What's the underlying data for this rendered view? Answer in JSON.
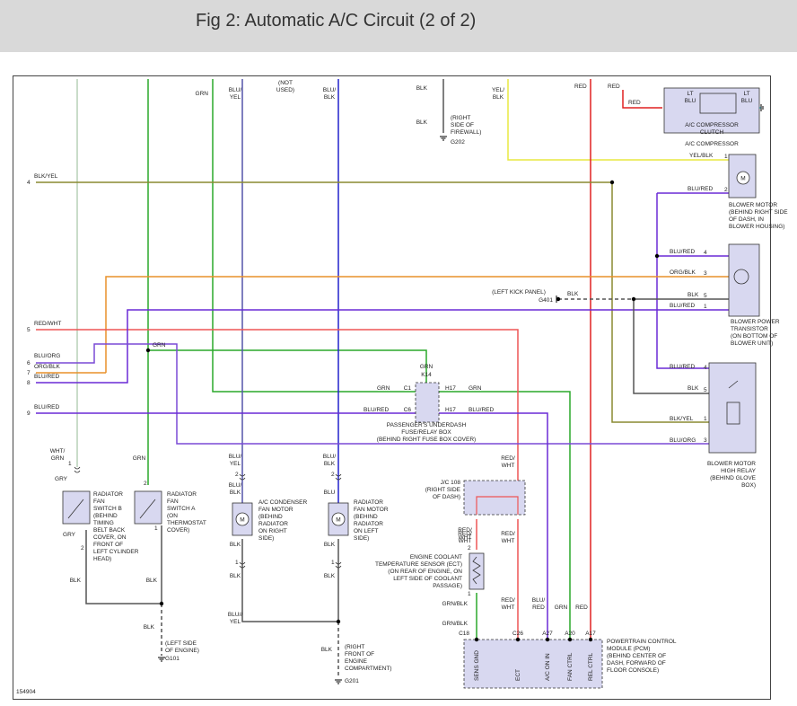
{
  "title": "Fig 2: Automatic A/C Circuit (2 of 2)",
  "figure_id": "154904",
  "colors": {
    "grn": "#2aa82a",
    "gry": "#b7d0b7",
    "blu": "#2222cc",
    "blk": "#555555",
    "red": "#e02020",
    "yel": "#e8e840",
    "ltblu": "#55ddee",
    "org": "#e8902a",
    "blu_red": "#6a2ad6",
    "blu_org": "#7a4ad6",
    "blk_yel": "#8a8a30",
    "red_wht": "#ee5555",
    "blu_yel": "#5555aa"
  },
  "wire_labels": {
    "grn_top": "GRN",
    "blu_yel_top": "BLU/\nYEL",
    "not_used": "(NOT\nUSED)",
    "blu_blk_top": "BLU/\nBLK",
    "blk_top": "BLK",
    "yel_blk_top": "YEL/\nBLK",
    "red_top1": "RED",
    "red_top2": "RED",
    "red_comp": "RED",
    "blk_yel_4": "BLK/YEL",
    "red_wht_5": "RED/WHT",
    "blu_org_6": "BLU/ORG",
    "org_blk_7": "ORG/BLK",
    "blu_red_8": "BLU/RED",
    "blu_red_9": "BLU/RED",
    "grn_k14": "GRN",
    "grn_c1": "GRN",
    "grn_h17": "GRN",
    "blu_red_c6": "BLU/RED",
    "blu_red_h17": "BLU/RED",
    "yel_blk_1": "YEL/BLK",
    "blu_red_2": "BLU/RED",
    "blu_red_4a": "BLU/RED",
    "org_blk_3": "ORG/BLK",
    "blk_5a": "BLK",
    "blu_red_1": "BLU/RED",
    "blu_red_4b": "BLU/RED",
    "blk_5b": "BLK",
    "blk_yel_1": "BLK/YEL",
    "blu_org_3": "BLU/ORG",
    "blk_g401": "BLK"
  },
  "pin_numbers": {
    "p4": "4",
    "p5": "5",
    "p6": "6",
    "p7": "7",
    "p8": "8",
    "p9": "9",
    "one": "1",
    "two": "2",
    "three": "3",
    "four": "4",
    "five": "5"
  },
  "components": {
    "ac_clutch": {
      "label": "A/C COMPRESSOR\nCLUTCH",
      "lt_blu_left": "LT\nBLU",
      "lt_blu_right": "LT\nBLU"
    },
    "ac_compressor": "A/C COMPRESSOR",
    "firewall_ground": {
      "label": "(RIGHT\nSIDE OF\nFIREWALL)",
      "ground": "G202",
      "wire": "BLK"
    },
    "blower_motor": "BLOWER MOTOR\n(BEHIND RIGHT SIDE\nOF DASH, IN\nBLOWER HOUSING)",
    "blower_transistor": "BLOWER POWER\nTRANSISTOR\n(ON BOTTOM OF\nBLOWER UNIT)",
    "g401": {
      "label": "(LEFT KICK PANEL)",
      "ground": "G401"
    },
    "fuse_box": {
      "label": "PASSENGER'S UNDERDASH\nFUSE/RELAY BOX\n(BEHIND RIGHT FUSE BOX COVER)",
      "k14": "K14",
      "c1": "C1",
      "c6": "C6",
      "h17a": "H17",
      "h17b": "H17"
    },
    "high_relay": "BLOWER MOTOR\nHIGH RELAY\n(BEHIND GLOVE\nBOX)",
    "rad_switch_b": {
      "label": "RADIATOR\nFAN\nSWITCH B\n(BEHIND\nTIMING\nBELT BACK\nCOVER, ON\nFRONT OF\nLEFT CYLINDER\nHEAD)",
      "wire_top": "WHT/\nGRN",
      "wire_mid": "GRY",
      "wire_below": "GRY",
      "wire_bottom": "BLK"
    },
    "rad_switch_a": {
      "label": "RADIATOR\nFAN\nSWITCH A\n(ON\nTHERMOSTAT\nCOVER)",
      "wire_top": "GRN",
      "wire_bottom": "BLK"
    },
    "ac_condenser_motor": {
      "label": "A/C CONDENSER\nFAN MOTOR\n(BEHIND\nRADIATOR\nON RIGHT\nSIDE)",
      "wire_top": "BLU/\nYEL",
      "wire_mid": "BLU/\nBLK",
      "wire_low": "BLK",
      "wire_bottom": "BLK"
    },
    "rad_fan_motor": {
      "label": "RADIATOR\nFAN MOTOR\n(BEHIND\nRADIATOR\nON LEFT\nSIDE)",
      "wire_top": "BLU/\nBLK",
      "wire_mid": "BLU",
      "wire_low": "BLK",
      "wire_bottom": "BLK"
    },
    "g101": {
      "label": "(LEFT SIDE\nOF ENGINE)",
      "ground": "G101",
      "wire": "BLK"
    },
    "g201": {
      "label": "(RIGHT\nFRONT OF\nENGINE\nCOMPARTMENT)",
      "ground": "G201",
      "wire": "BLK"
    },
    "jc108": {
      "label": "J/C 108\n(RIGHT SIDE\nOF DASH)",
      "wire_top": "RED/\nWHT",
      "wire_l": "RED/\nWHT",
      "wire_r": "RED/\nWHT"
    },
    "ect": {
      "label": "ENGINE COOLANT\nTEMPERATURE SENSOR (ECT)\n(ON REAR OF ENGINE, ON\nLEFT SIDE OF COOLANT\nPASSAGE)",
      "wire_top": "RED/\nWHT",
      "wire_bottom": "GRN/BLK",
      "wire_bottom2": "GRN/BLK"
    },
    "pcm": {
      "label": "POWERTRAIN CONTROL\nMODULE (PCM)\n(BEHIND CENTER OF\nDASH, FORWARD OF\nFLOOR CONSOLE)",
      "pins": [
        "C18",
        "C26",
        "A27",
        "A20",
        "A17"
      ],
      "terminals": [
        "SENS GND",
        "ECT",
        "A/C ON IN",
        "FAN CTRL",
        "REL CTRL"
      ],
      "wires": [
        "RED/\nWHT",
        "BLU/\nRED",
        "GRN",
        "RED"
      ]
    }
  }
}
